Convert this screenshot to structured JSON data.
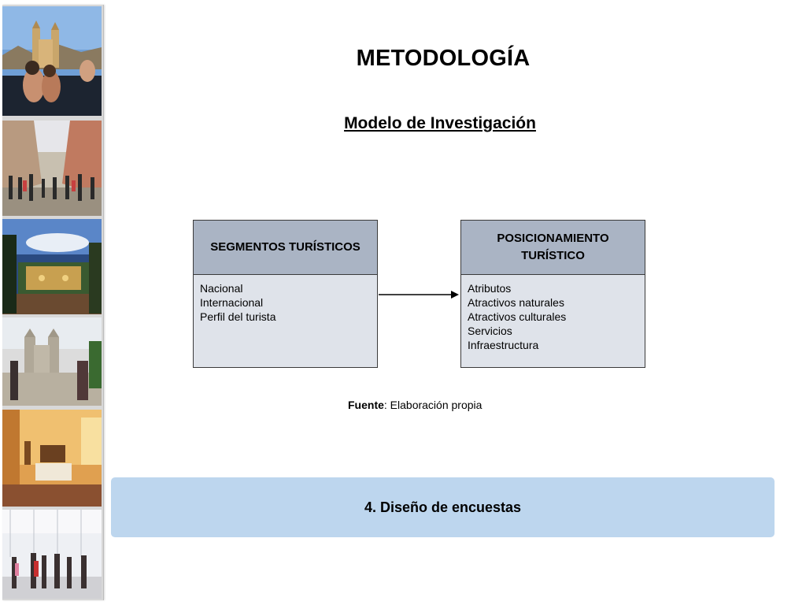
{
  "slide": {
    "title": "METODOLOGÍA",
    "subtitle": "Modelo de Investigación"
  },
  "diagram": {
    "left_box": {
      "header": "SEGMENTOS TURÍSTICOS",
      "items": [
        "Nacional",
        "Internacional",
        "Perfil del turista"
      ]
    },
    "right_box": {
      "header_lines": [
        "POSICIONAMIENTO",
        "TURÍSTICO"
      ],
      "items": [
        "Atributos",
        "Atractivos naturales",
        "Atractivos culturales",
        "Servicios",
        "Infraestructura"
      ]
    }
  },
  "source": {
    "label": "Fuente",
    "text": ": Elaboración propia"
  },
  "banner": {
    "text": "4. Diseño de encuestas"
  },
  "colors": {
    "box_header": "#aab4c4",
    "box_body": "#dfe3ea",
    "banner": "#bdd6ee"
  }
}
